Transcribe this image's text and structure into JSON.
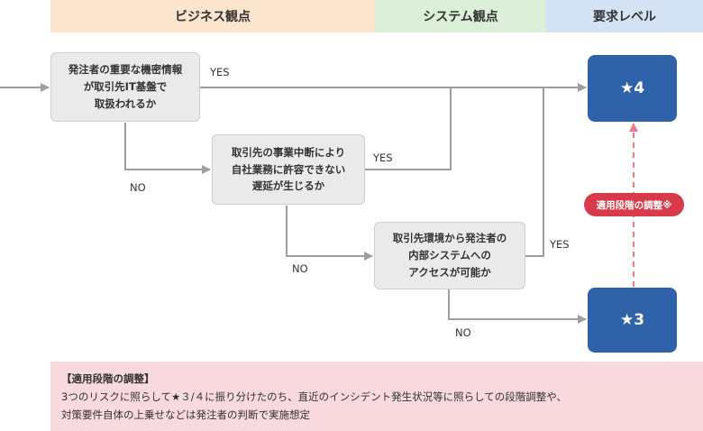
{
  "headers": [
    {
      "label": "ビジネス観点",
      "color": "#fbe5cc"
    },
    {
      "label": "システム観点",
      "color": "#dcefd8"
    },
    {
      "label": "要求レベル",
      "color": "#d3e3f3"
    }
  ],
  "nodes": {
    "q1": [
      "発注者の重要な機密情報",
      "が取引先IT基盤で",
      "取扱われるか"
    ],
    "q2": [
      "取引先の事業中断により",
      "自社業務に許容できない",
      "遅延が生じるか"
    ],
    "q3": [
      "取引先環境から発注者の",
      "内部システムへの",
      "アクセスが可能か"
    ]
  },
  "levels": {
    "level4": "★4",
    "level3": "★3"
  },
  "labels": {
    "yes": "YES",
    "no": "NO"
  },
  "adjust_pill": "適用段階の調整※",
  "note": {
    "title": "【適用段階の調整】",
    "line1": "3つのリスクに照らして★３/４に振り分けたのち、直近のインシデント発生状況等に照らしての段階調整や、",
    "line2": "対策要件自体の上乗せなどは発注者の判断で実施想定"
  },
  "colors": {
    "accent": "#2f62a9",
    "alert": "#d93a4a",
    "arrow": "#9e9e9e",
    "note_bg": "#f8d9dd"
  }
}
